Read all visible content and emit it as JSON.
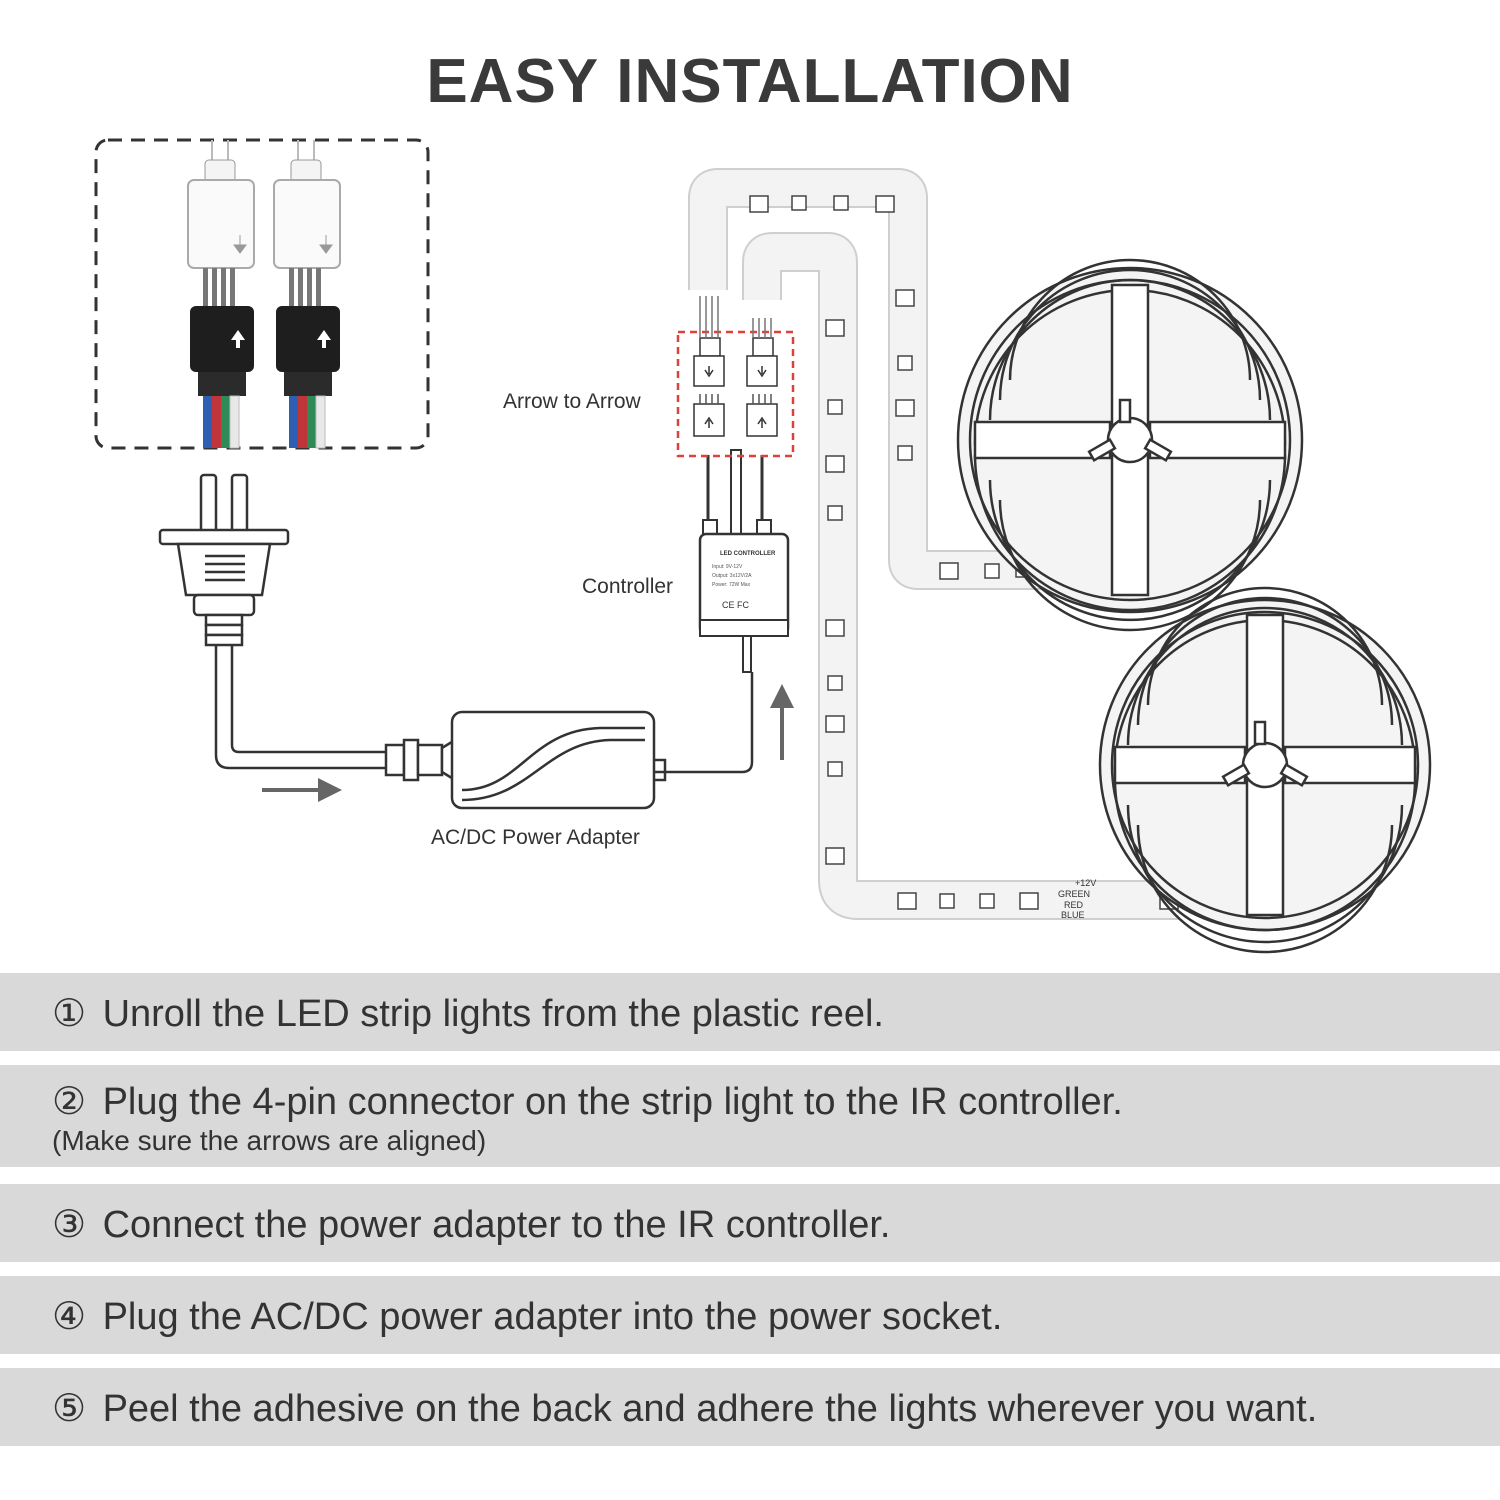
{
  "title": "EASY INSTALLATION",
  "labels": {
    "arrow_to_arrow": "Arrow to Arrow",
    "controller": "Controller",
    "power_adapter": "AC/DC Power Adapter"
  },
  "controller_box": {
    "line1": "LED CONTROLLER",
    "line2": "Input: 9V-12V",
    "line3": "Output: 3x12V/2A",
    "line4": "Power: 72W Max"
  },
  "strip_pads": [
    "+12V",
    "GREEN",
    "RED",
    "BLUE"
  ],
  "steps": [
    {
      "num": "①",
      "text": "Unroll the LED strip lights from the plastic reel.",
      "sub": ""
    },
    {
      "num": "②",
      "text": "Plug the 4-pin connector on the strip light to the IR controller.",
      "sub": "(Make sure the arrows are aligned)"
    },
    {
      "num": "③",
      "text": "Connect the power adapter to the IR controller.",
      "sub": ""
    },
    {
      "num": "④",
      "text": "Plug the AC/DC power adapter into the power socket.",
      "sub": ""
    },
    {
      "num": "⑤",
      "text": "Peel the adhesive on the back and adhere the lights wherever you want.",
      "sub": ""
    }
  ],
  "colors": {
    "step_band": "#d9d9d9",
    "highlight_box": "#e0403a",
    "wire_red": "#c0343a",
    "wire_green": "#2e8b57",
    "wire_blue": "#2f5fb0",
    "connector_black": "#1e1e1e"
  }
}
